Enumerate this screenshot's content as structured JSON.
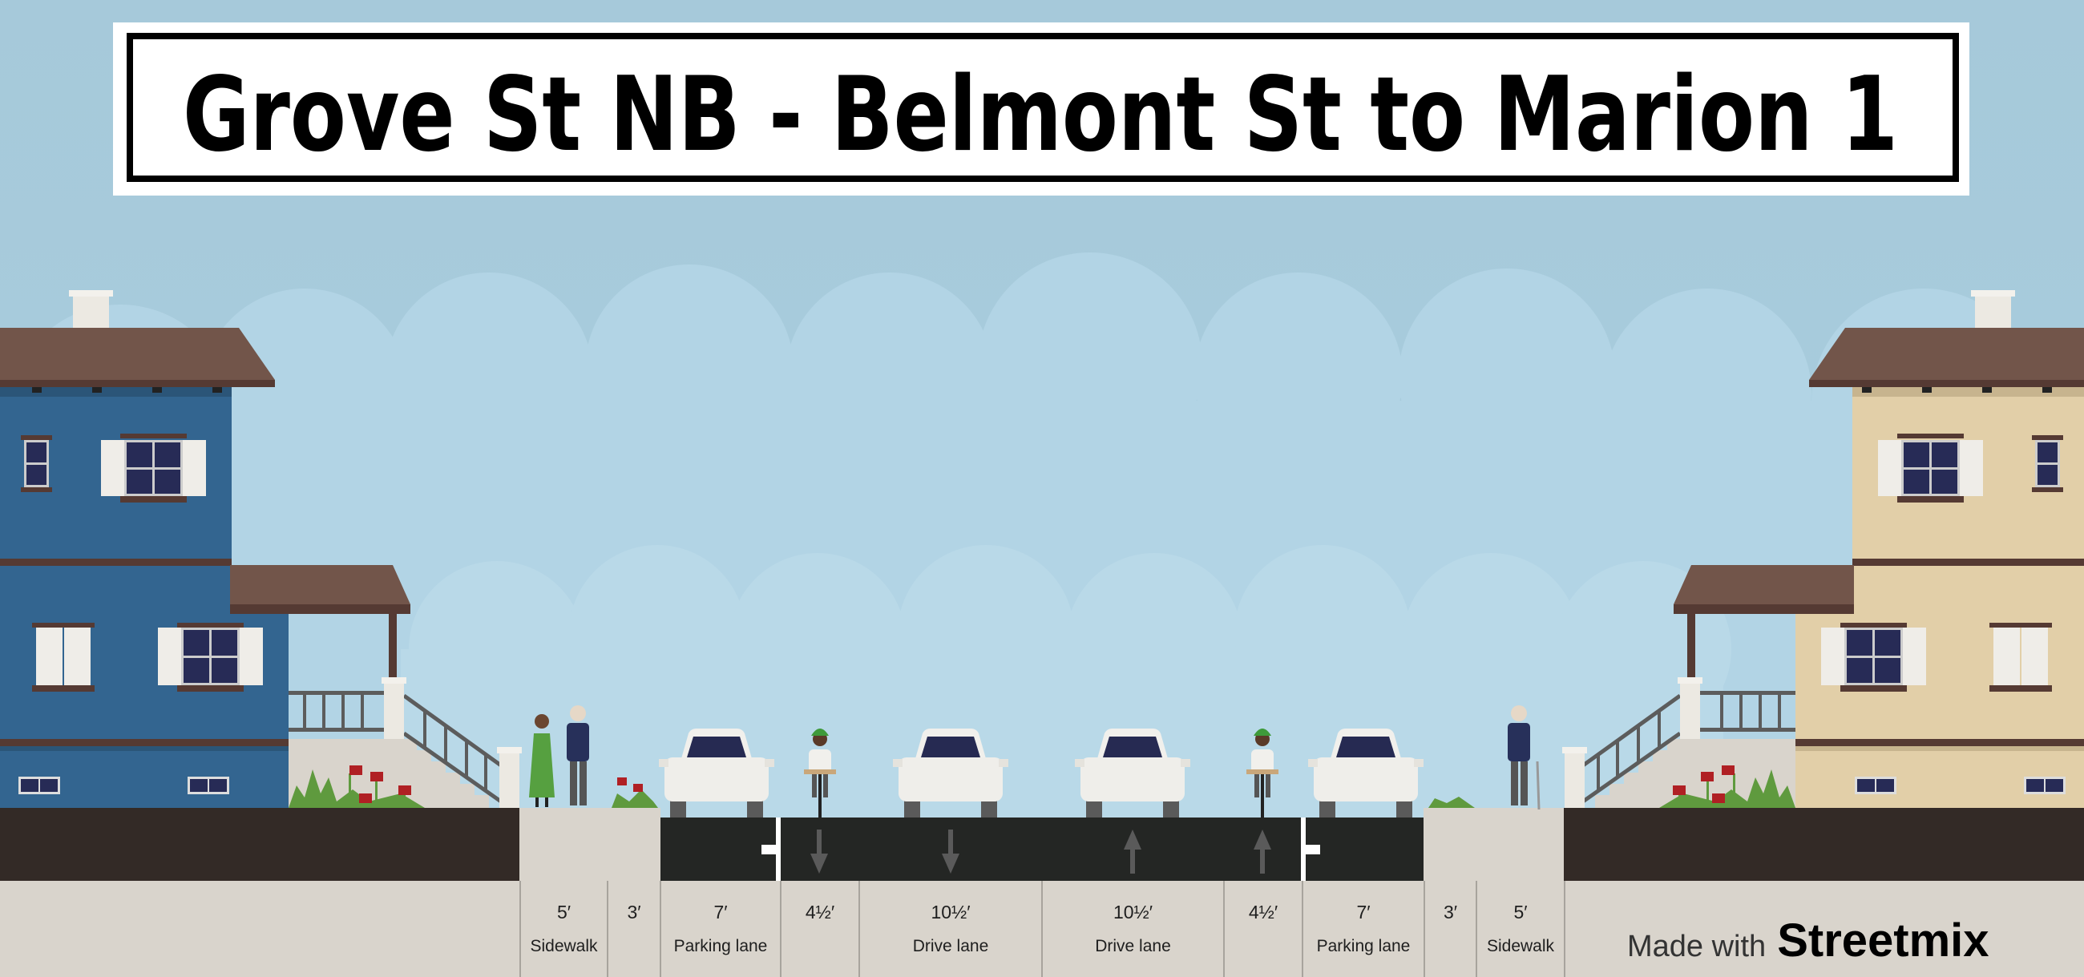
{
  "title": "Grove St NB - Belmont St to Marion 1",
  "segments": [
    {
      "width": "5′",
      "name": "Sidewalk"
    },
    {
      "width": "3′",
      "name": ""
    },
    {
      "width": "7′",
      "name": "Parking lane"
    },
    {
      "width": "4½′",
      "name": ""
    },
    {
      "width": "10½′",
      "name": "Drive lane"
    },
    {
      "width": "10½′",
      "name": "Drive lane"
    },
    {
      "width": "4½′",
      "name": ""
    },
    {
      "width": "7′",
      "name": "Parking lane"
    },
    {
      "width": "3′",
      "name": ""
    },
    {
      "width": "5′",
      "name": "Sidewalk"
    }
  ],
  "watermark": {
    "made_with": "Made with",
    "brand": "Streetmix"
  },
  "colors": {
    "sky": "#a9cbdc",
    "road": "#242624",
    "ground": "#d9d4cc",
    "dirt": "#332a26",
    "house_left": "#336590",
    "house_right": "#e2cfa8"
  }
}
